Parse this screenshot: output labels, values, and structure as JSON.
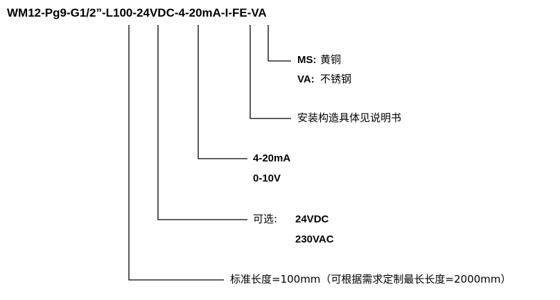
{
  "model_code": "WM12-Pg9-G1/2”-L100-24VDC-4-20mA-I-FE-VA",
  "material": {
    "option1_code": "MS:",
    "option1_name": "黄铜",
    "option2_code": "VA:",
    "option2_name": "不锈钢"
  },
  "installation_note": "安装构造具体见说明书",
  "output": {
    "option1": "4-20mA",
    "option2": "0-10V"
  },
  "power": {
    "label": "可选:",
    "option1": "24VDC",
    "option2": "230VAC"
  },
  "length_note": "标准长度=100mm（可根据需求定制最长长度=2000mm）"
}
